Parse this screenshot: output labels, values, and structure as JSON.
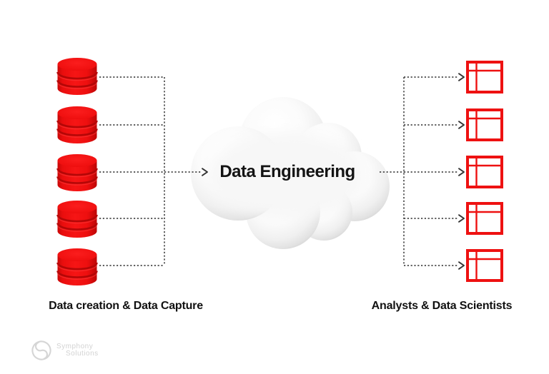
{
  "diagram": {
    "cloud": {
      "label": "Data Engineering",
      "fill_light": "#ffffff",
      "fill_edge": "#d5d5d5",
      "text_color": "#141414"
    },
    "left": {
      "caption": "Data creation & Data Capture",
      "icon": "database-icon",
      "count": 5
    },
    "right": {
      "caption": "Analysts & Data Scientists",
      "icon": "table-icon",
      "count": 5
    },
    "connectors": {
      "style": "dashed",
      "color": "#4b4b4b",
      "arrow_color": "#333333",
      "flow": "databases -> cloud -> tables"
    },
    "colors": {
      "icon_red": "#ee1111",
      "database_red": "#f01010",
      "database_red_dark": "#b00707",
      "background": "#ffffff",
      "logo_gray": "#d2d2d2"
    },
    "logo": {
      "name": "Symphony Solutions",
      "line1": "Symphony",
      "line2": "Solutions"
    }
  }
}
